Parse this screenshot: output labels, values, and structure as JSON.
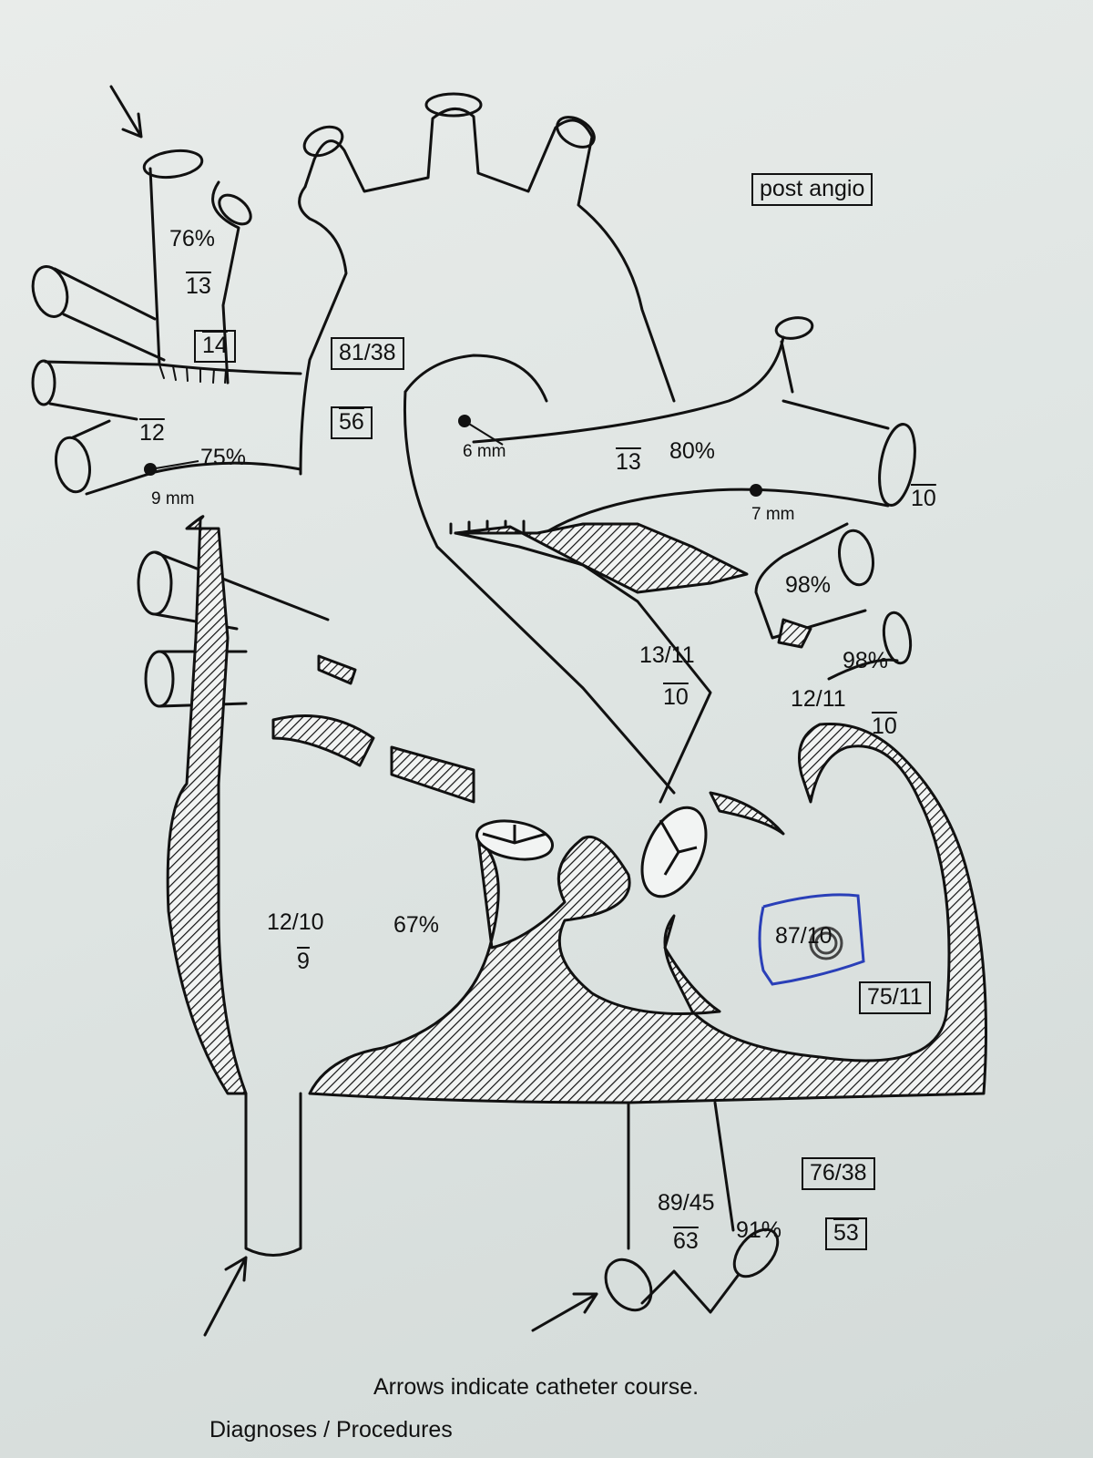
{
  "document": {
    "tag_post_angio": "post angio",
    "caption": "Arrows indicate catheter course.",
    "section_heading": "Diagnoses / Procedures"
  },
  "measurements": {
    "svc_sat": "76%",
    "svc_mean": "13",
    "svc_mean_boxed": "14",
    "rpa_mean": "12",
    "rpa_sat": "75%",
    "rpa_diameter": "9 mm",
    "aorta_pressure": "81/38",
    "aorta_mean": "56",
    "lpa_diameter": "6 mm",
    "lpa_mean": "13",
    "lpa_sat": "80%",
    "lpa_diameter_2": "7 mm",
    "lpa_distal_mean": "10",
    "pv_upper_sat": "98%",
    "pv_lower_sat": "98%",
    "la_pressure": "12/11",
    "la_mean": "10",
    "pa_pressure": "13/11",
    "pa_mean": "10",
    "ra_pressure": "12/10",
    "ra_mean": "9",
    "ra_sat": "67%",
    "lv_pressure": "87/10",
    "lv_pressure_boxed": "75/11",
    "dao_pressure": "76/38",
    "dao_mean": "53",
    "femoral_pressure": "89/45",
    "femoral_mean": "63",
    "femoral_sat": "91%"
  },
  "colors": {
    "ink": "#111111",
    "annotation_blue": "#2a3fb8",
    "paper": "#e4e9e7"
  }
}
